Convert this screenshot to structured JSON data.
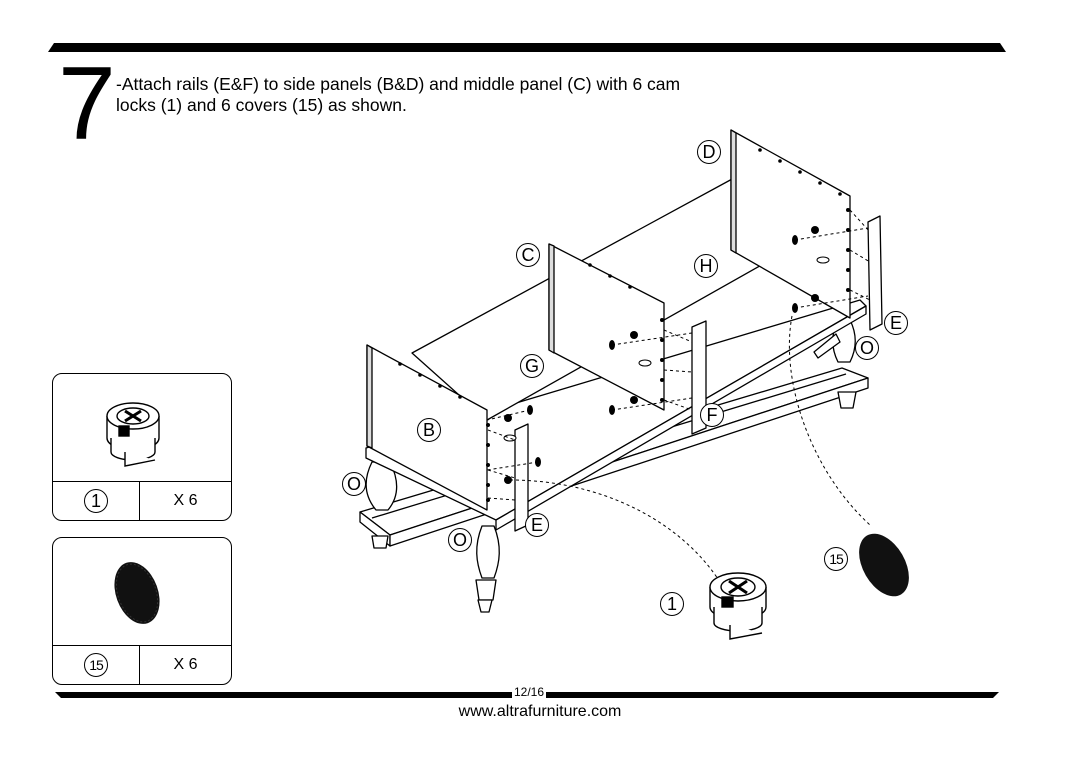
{
  "step": {
    "number": "7",
    "instruction_line1": "-Attach rails (E&F) to side panels (B&D) and middle panel (C) with 6 cam",
    "instruction_line2": "locks (1) and 6 covers (15) as shown."
  },
  "parts": [
    {
      "id": "1",
      "qty": "X 6",
      "icon": "cam-lock-icon"
    },
    {
      "id": "15",
      "qty": "X 6",
      "icon": "cover-cap-icon"
    }
  ],
  "labels": {
    "D": "D",
    "C": "C",
    "H": "H",
    "G": "G",
    "B": "B",
    "E_top": "E",
    "E_bottom": "E",
    "F": "F",
    "O_left": "O",
    "O_front": "O",
    "O_right": "O",
    "cam_lock": "1",
    "cover": "15"
  },
  "footer": {
    "page": "12/16",
    "website": "www.altrafurniture.com"
  }
}
